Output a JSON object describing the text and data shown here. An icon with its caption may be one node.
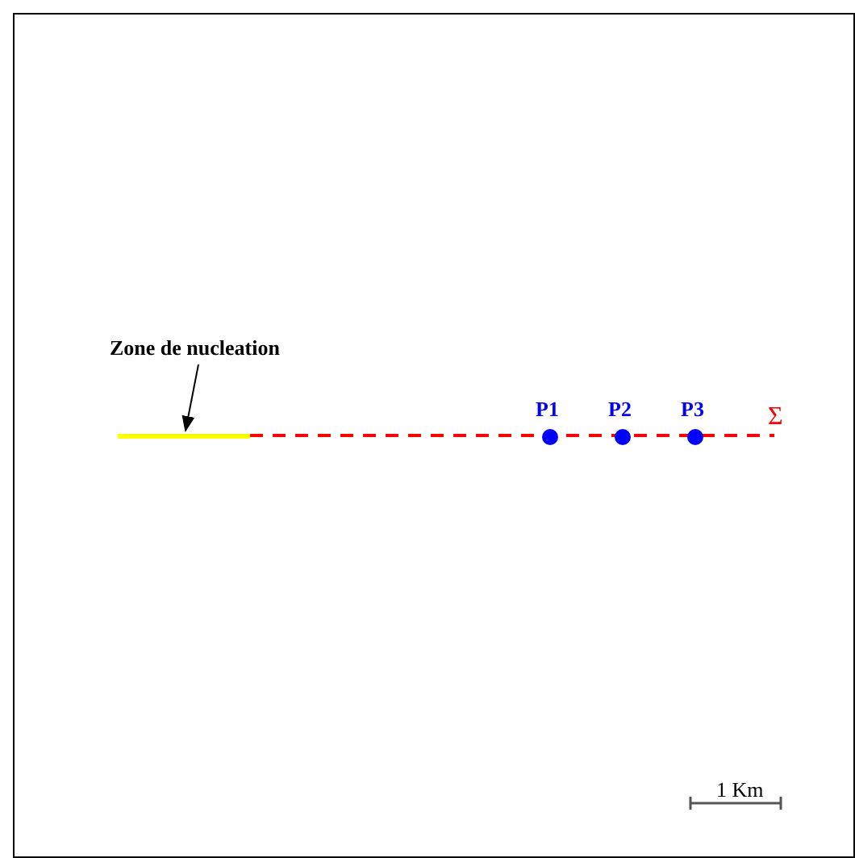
{
  "diagram": {
    "nodes": [
      {
        "text": [
          "Zone de nucleation"
        ]
      },
      {
        "text": [],
        "shape": "bar"
      }
    ],
    "edges": [
      {
        "from": 0,
        "to": 1,
        "arrow": "to"
      }
    ],
    "labels": [
      "P1",
      "P2",
      "P3",
      "Σ",
      "1 Km"
    ]
  }
}
